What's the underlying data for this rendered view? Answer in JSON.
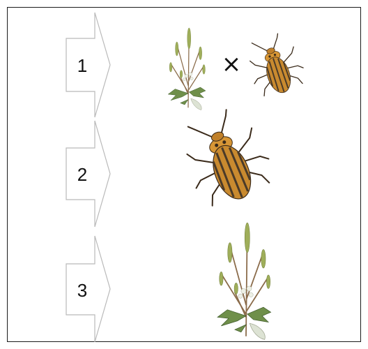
{
  "steps": [
    {
      "number": "1",
      "items": [
        "ragweed-plant",
        "leaf-beetle"
      ],
      "operator": "×"
    },
    {
      "number": "2",
      "items": [
        "leaf-beetle"
      ]
    },
    {
      "number": "3",
      "items": [
        "ragweed-plant"
      ]
    }
  ],
  "colors": {
    "arrow_stroke": "#b9b9b9",
    "frame": "#1a1a1a",
    "beetle_base": "#c98a2f",
    "beetle_stripe": "#4a3a28",
    "plant_leaf": "#6f8f4a",
    "plant_flower": "#9fae5a",
    "plant_stem": "#8a6b4a"
  }
}
